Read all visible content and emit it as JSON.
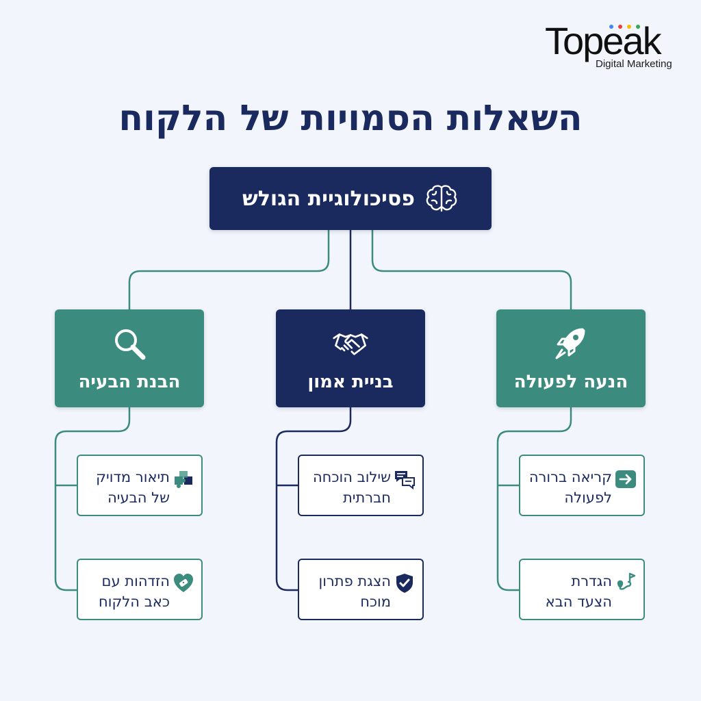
{
  "logo": {
    "wordmark": "Topeak",
    "subtitle": "Digital Marketing",
    "dot_colors": [
      "#4285f4",
      "#ea4335",
      "#fbbc05",
      "#34a853"
    ]
  },
  "title": "השאלות הסמויות של הלקוח",
  "root": {
    "label": "פסיכולוגיית הגולש",
    "icon": "brain-icon"
  },
  "categories": [
    {
      "label": "הבנת הבעיה",
      "icon": "magnifier-icon",
      "color": "#3b8c7e",
      "items": [
        {
          "line1": "תיאור מדויק",
          "line2": "של הבעיה",
          "icon": "puzzle-icon"
        },
        {
          "line1": "הזדהות עם",
          "line2": "כאב הלקוח",
          "icon": "heart-bandage-icon"
        }
      ]
    },
    {
      "label": "בניית אמון",
      "icon": "handshake-icon",
      "color": "#1a2a5e",
      "items": [
        {
          "line1": "שילוב הוכחה",
          "line2": "חברתית",
          "icon": "chat-bubbles-icon"
        },
        {
          "line1": "הצגת פתרון",
          "line2": "מוכח",
          "icon": "shield-check-icon"
        }
      ]
    },
    {
      "label": "הנעה לפעולה",
      "icon": "rocket-icon",
      "color": "#3b8c7e",
      "items": [
        {
          "line1": "קריאה ברורה",
          "line2": "לפעולה",
          "icon": "arrow-right-icon"
        },
        {
          "line1": "הגדרת",
          "line2": "הצעד הבא",
          "icon": "route-flag-icon"
        }
      ]
    }
  ]
}
